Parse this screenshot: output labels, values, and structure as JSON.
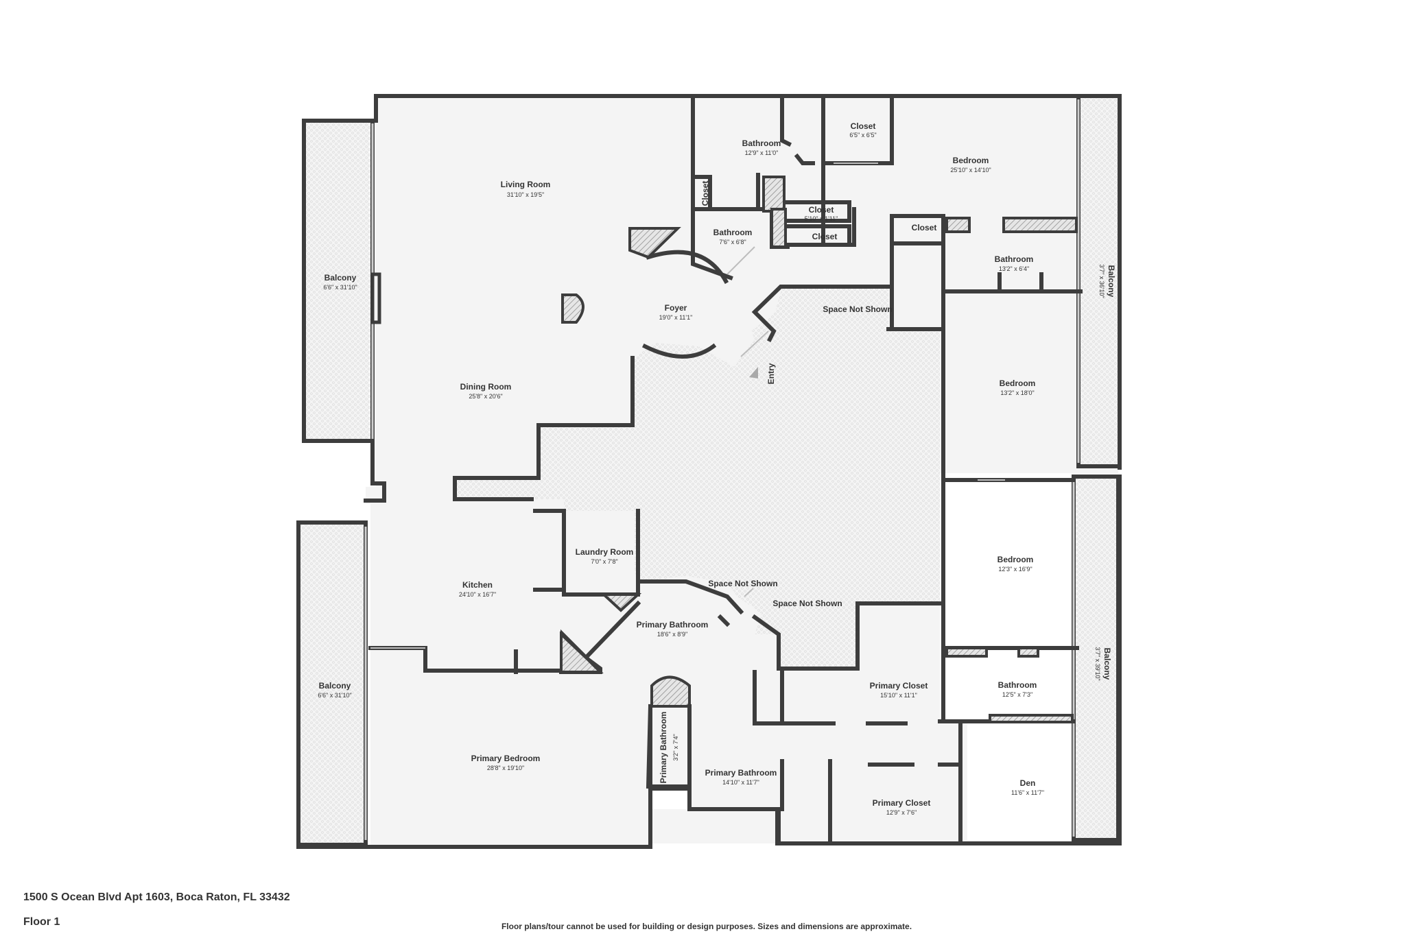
{
  "address": "1500 S Ocean Blvd Apt 1603, Boca Raton, FL 33432",
  "floor": "Floor 1",
  "disclaimer": "Floor plans/tour cannot be used for building or design purposes. Sizes and dimensions are approximate.",
  "entry_label": "Entry",
  "rooms": {
    "living": {
      "name": "Living Room",
      "dim": "31'10\" x 19'5\""
    },
    "bath_top": {
      "name": "Bathroom",
      "dim": "12'9\" x 11'0\""
    },
    "closet_top": {
      "name": "Closet",
      "dim": "6'5\" x 6'5\""
    },
    "bedroom_top": {
      "name": "Bedroom",
      "dim": "25'10\" x 14'10\""
    },
    "closet_small": {
      "name": "Closet",
      "dim": "5'10\" x 1'11\""
    },
    "closet_lower": {
      "name": "Closet",
      "dim": ""
    },
    "closet_right": {
      "name": "Closet",
      "dim": ""
    },
    "closet_vertical": {
      "name": "Closet",
      "dim": ""
    },
    "bath_small": {
      "name": "Bathroom",
      "dim": "7'6\" x 6'8\""
    },
    "bath_right": {
      "name": "Bathroom",
      "dim": "13'2\" x 6'4\""
    },
    "balcony_left_top": {
      "name": "Balcony",
      "dim": "6'6\" x 31'10\""
    },
    "balcony_right_top": {
      "name": "Balcony",
      "dim": "3'7\" x 36'10\""
    },
    "foyer": {
      "name": "Foyer",
      "dim": "19'0\" x 11'1\""
    },
    "space_top": {
      "name": "Space Not Shown",
      "dim": ""
    },
    "dining": {
      "name": "Dining Room",
      "dim": "25'8\" x 20'6\""
    },
    "bedroom_mid": {
      "name": "Bedroom",
      "dim": "13'2\" x 18'0\""
    },
    "bedroom_low": {
      "name": "Bedroom",
      "dim": "12'3\" x 16'9\""
    },
    "laundry": {
      "name": "Laundry Room",
      "dim": "7'0\" x 7'8\""
    },
    "kitchen": {
      "name": "Kitchen",
      "dim": "24'10\" x 16'7\""
    },
    "space_mid1": {
      "name": "Space Not Shown",
      "dim": ""
    },
    "space_mid2": {
      "name": "Space Not Shown",
      "dim": ""
    },
    "primary_bath1": {
      "name": "Primary Bathroom",
      "dim": "18'6\" x 8'9\""
    },
    "balcony_left_bottom": {
      "name": "Balcony",
      "dim": "6'6\" x 31'10\""
    },
    "balcony_right_bottom": {
      "name": "Balcony",
      "dim": "3'7\" x 39'10\""
    },
    "primary_closet1": {
      "name": "Primary Closet",
      "dim": "15'10\" x 11'1\""
    },
    "bath_low": {
      "name": "Bathroom",
      "dim": "12'5\" x 7'3\""
    },
    "primary_bedroom": {
      "name": "Primary Bedroom",
      "dim": "28'8\" x 19'10\""
    },
    "primary_bath_small": {
      "name": "Primary Bathroom",
      "dim": "3'2\" x 7'4\""
    },
    "primary_bath2": {
      "name": "Primary Bathroom",
      "dim": "14'10\" x 11'7\""
    },
    "primary_closet2": {
      "name": "Primary Closet",
      "dim": "12'9\" x 7'6\""
    },
    "den": {
      "name": "Den",
      "dim": "11'6\" x 11'7\""
    }
  }
}
